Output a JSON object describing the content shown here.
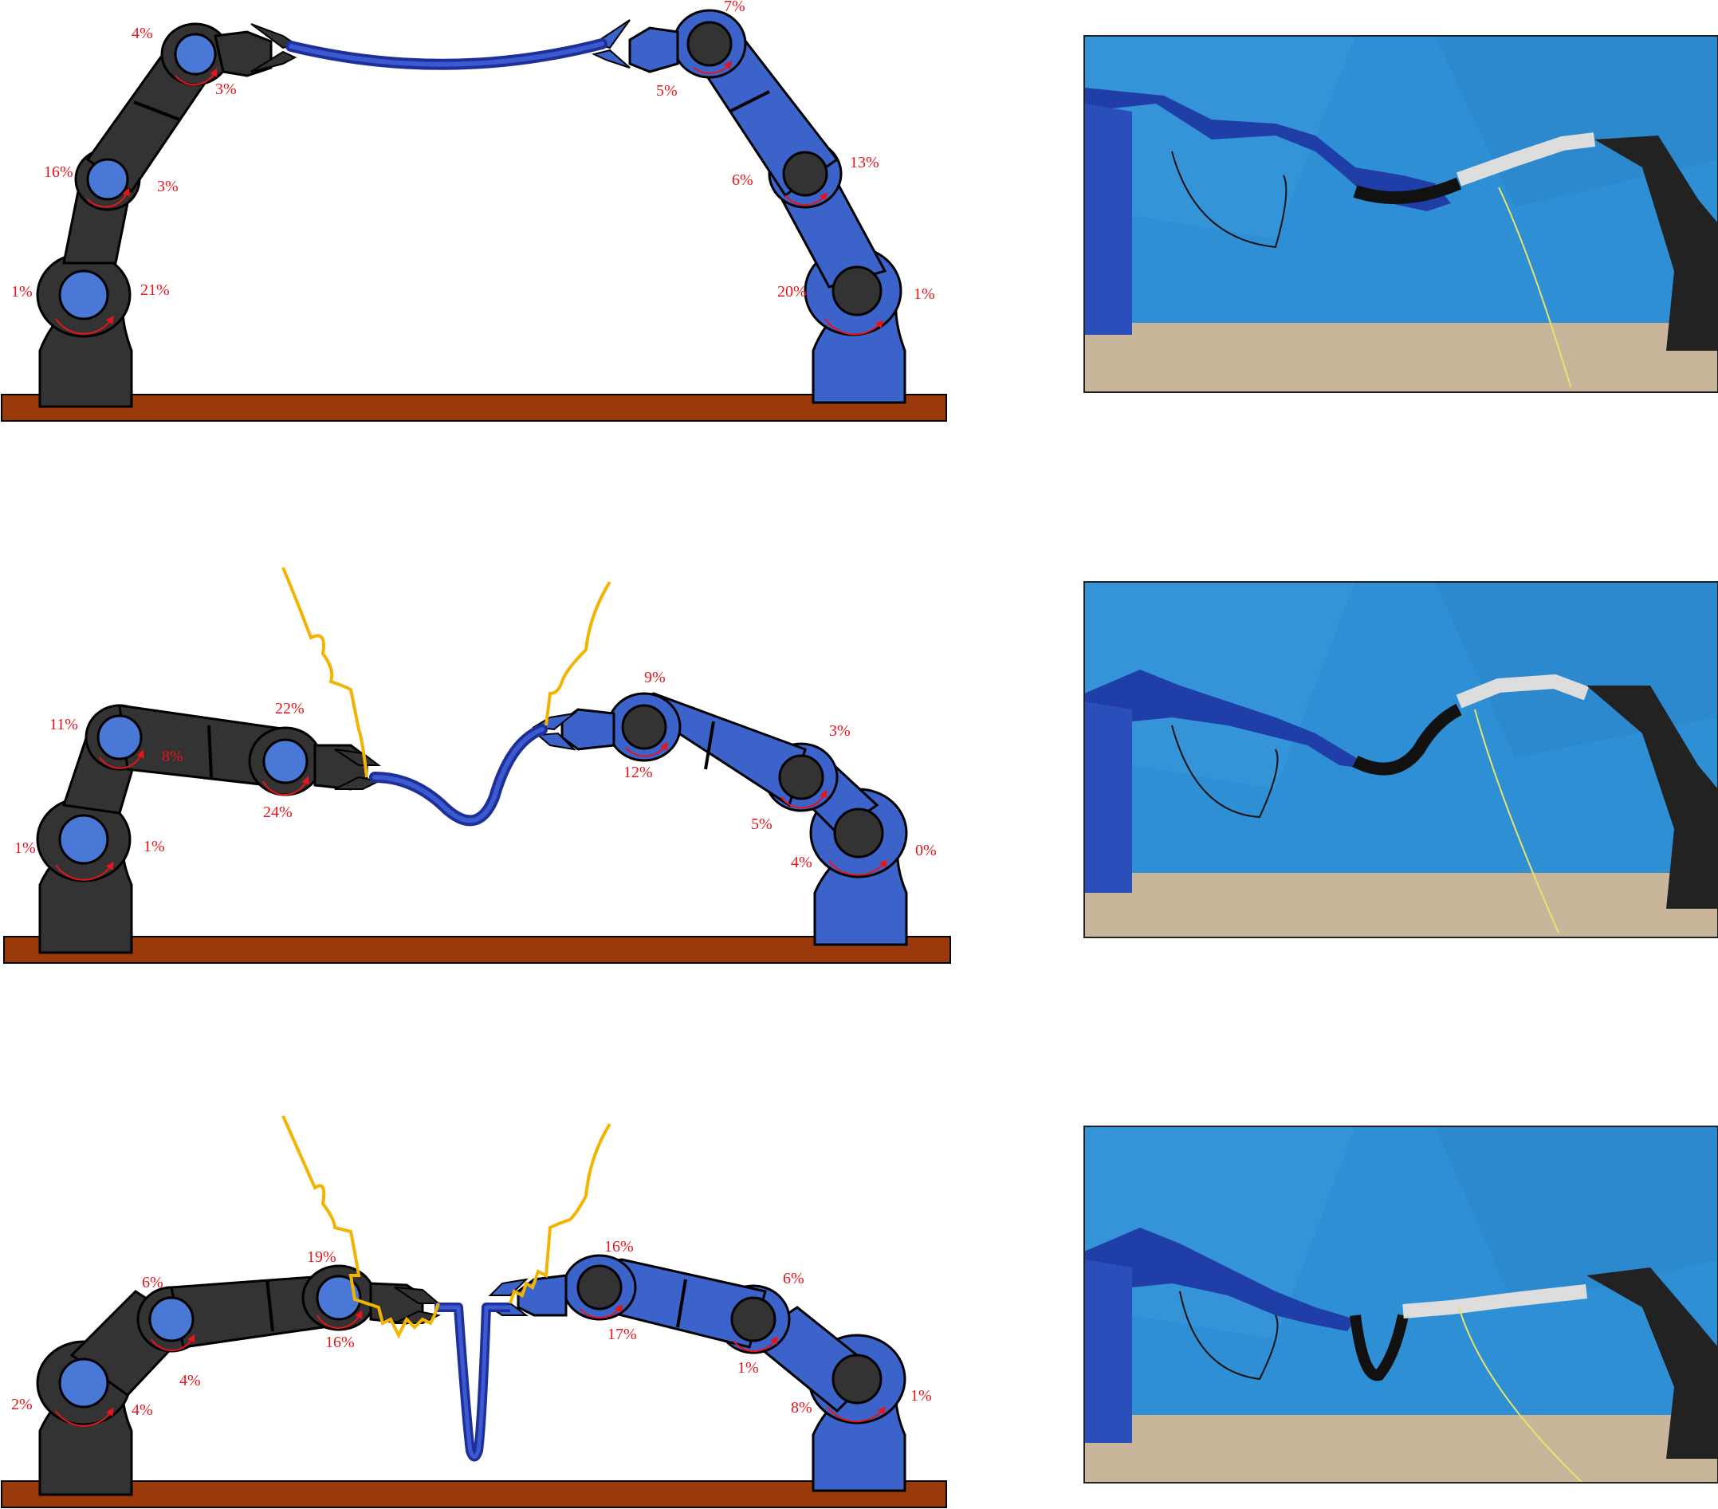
{
  "colors": {
    "dark_arm": "#333333",
    "blue_arm": "#3b63c9",
    "joint_blue": "#4a78d6",
    "joint_dark": "#333333",
    "table": "#9a3a0a",
    "cable": "#1f2f9a",
    "force": "#f2b400",
    "label": "#e8141b",
    "backdrop": "#2f8fd4",
    "floor": "#c9b59a"
  },
  "rows": [
    {
      "left_arm_labels": [
        "4%",
        "3%",
        "16%",
        "3%",
        "1%",
        "21%"
      ],
      "right_arm_labels": [
        "7%",
        "5%",
        "6%",
        "13%",
        "20%",
        "1%"
      ]
    },
    {
      "left_arm_labels": [
        "11%",
        "8%",
        "22%",
        "24%",
        "1%",
        "1%"
      ],
      "right_arm_labels": [
        "9%",
        "12%",
        "3%",
        "5%",
        "4%",
        "0%"
      ]
    },
    {
      "left_arm_labels": [
        "6%",
        "4%",
        "19%",
        "16%",
        "2%",
        "4%"
      ],
      "right_arm_labels": [
        "16%",
        "17%",
        "6%",
        "1%",
        "8%",
        "1%"
      ]
    }
  ]
}
